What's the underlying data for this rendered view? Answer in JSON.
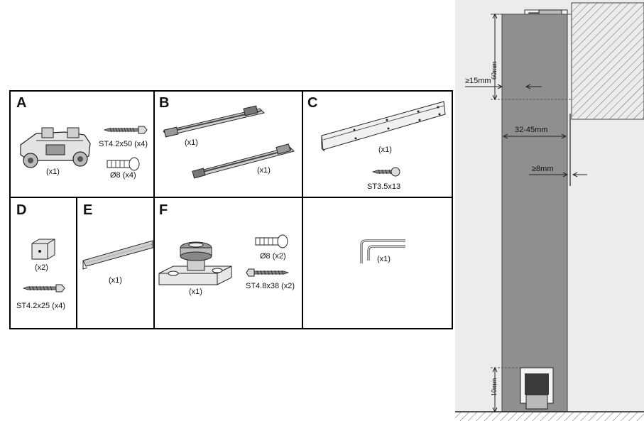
{
  "panels": [
    {
      "letter": "A",
      "captions": [
        "(x1)",
        "ST4.2x50 (x4)",
        "Ø8 (x4)"
      ]
    },
    {
      "letter": "B",
      "captions": [
        "(x1)",
        "(x1)"
      ]
    },
    {
      "letter": "C",
      "captions": [
        "(x1)",
        "ST3.5x13"
      ]
    },
    {
      "letter": "D",
      "captions": [
        "(x2)",
        "ST4.2x25 (x4)"
      ]
    },
    {
      "letter": "E",
      "captions": [
        "(x1)"
      ]
    },
    {
      "letter": "F",
      "captions": [
        "(x1)",
        "Ø8 (x2)",
        "ST4.8x38 (x2)"
      ]
    },
    {
      "letter": "",
      "captions": [
        "(x1)"
      ]
    }
  ],
  "section_diagram": {
    "dims": {
      "top_height": "60mm",
      "gap_top": "≥15mm",
      "door_thickness": "32-45mm",
      "wall_gap": "≥8mm",
      "bottom_height": "10mm"
    }
  },
  "colors": {
    "border": "#000000",
    "door_fill": "#8f8f8f",
    "wall_bg": "#e9e9e9",
    "part_light": "#d9d9d9",
    "part_dark": "#3a3a3a"
  }
}
